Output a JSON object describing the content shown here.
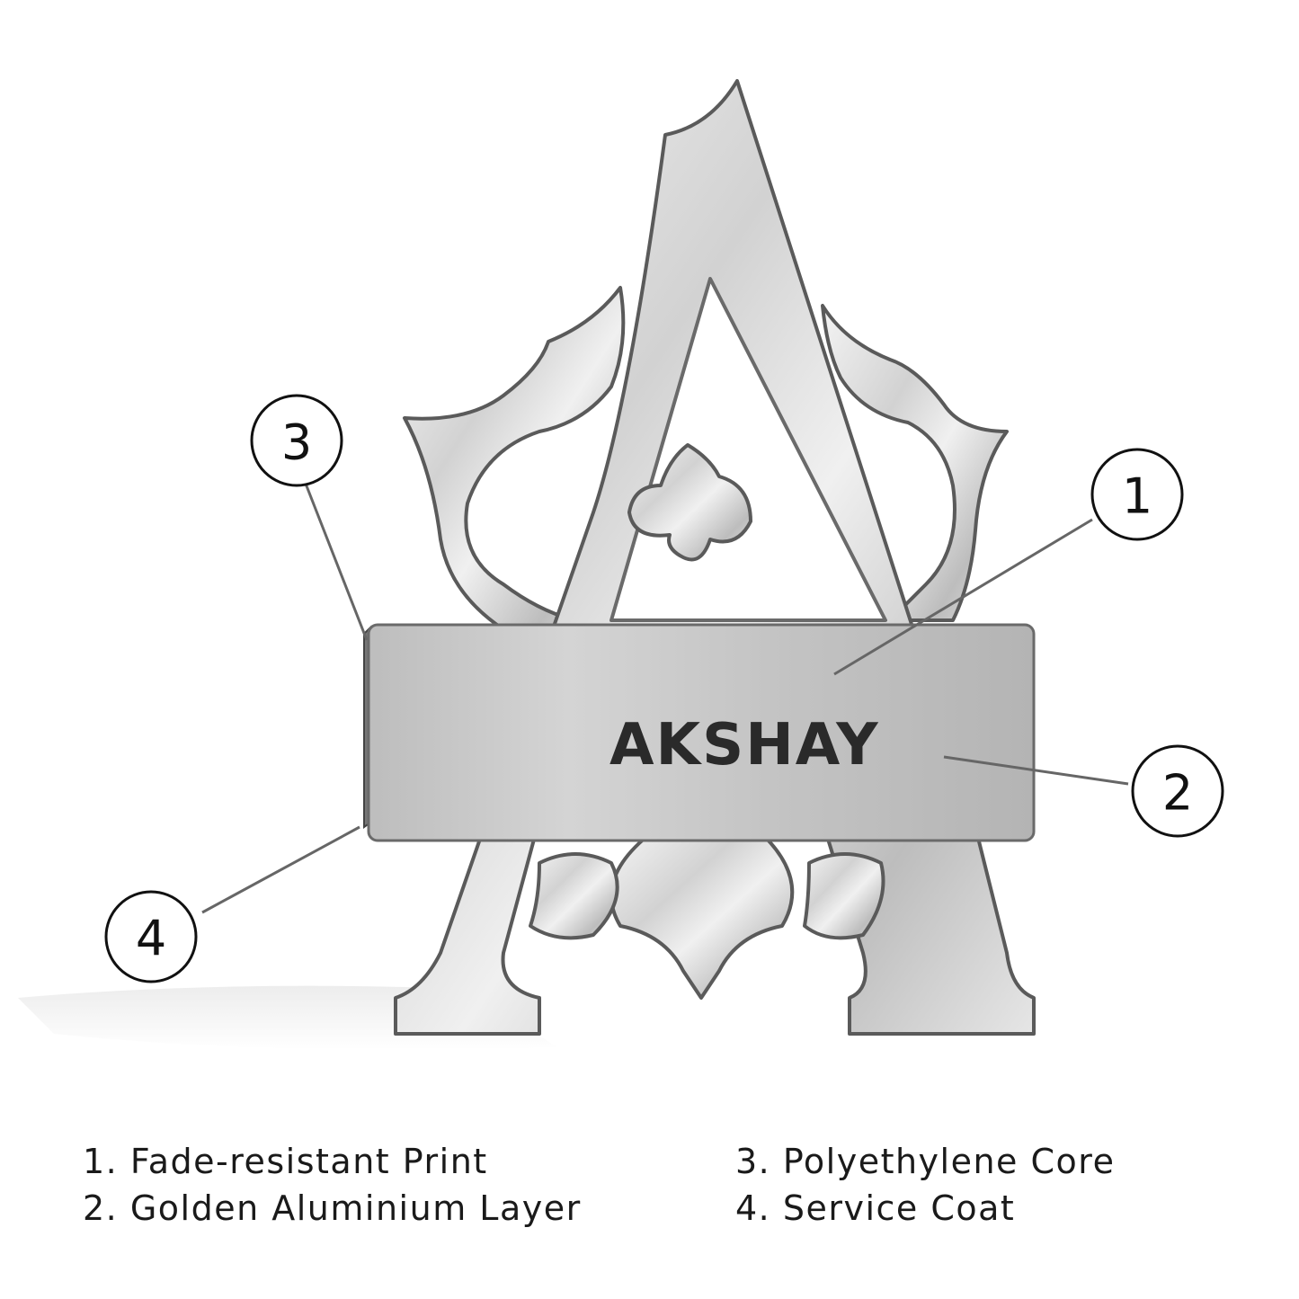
{
  "nameplate": {
    "text": "AKSHAY"
  },
  "callouts": [
    {
      "number": "1"
    },
    {
      "number": "2"
    },
    {
      "number": "3"
    },
    {
      "number": "4"
    }
  ],
  "legend": {
    "left": [
      "1. Fade-resistant Print",
      "2. Golden Aluminium Layer"
    ],
    "right": [
      "3. Polyethylene Core",
      "4. Service Coat"
    ]
  },
  "colors": {
    "metal_light": "#f2f2f2",
    "metal_mid": "#c9c9c9",
    "metal_dark": "#8e8e8e",
    "edge": "#555555",
    "ink": "#111111"
  }
}
